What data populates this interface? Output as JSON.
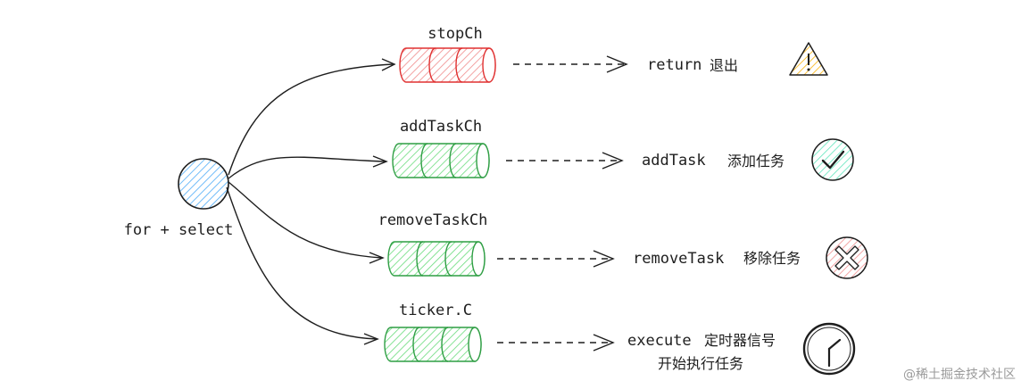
{
  "hub": {
    "label": "for + select",
    "fill": "#a5d8ff",
    "stroke": "#1e1e1e"
  },
  "channels": [
    {
      "name": "stopCh",
      "action": "return",
      "description": "退出",
      "description2": "",
      "color": "#e03131",
      "fill": "#ffc9c9",
      "icon": "warning-icon"
    },
    {
      "name": "addTaskCh",
      "action": "addTask",
      "description": "添加任务",
      "description2": "",
      "color": "#2f9e44",
      "fill": "#b2f2bb",
      "icon": "checkmark-icon"
    },
    {
      "name": "removeTaskCh",
      "action": "removeTask",
      "description": "移除任务",
      "description2": "",
      "color": "#2f9e44",
      "fill": "#b2f2bb",
      "icon": "cross-icon"
    },
    {
      "name": "ticker.C",
      "action": "execute",
      "description": "定时器信号",
      "description2": "开始执行任务",
      "color": "#2f9e44",
      "fill": "#b2f2bb",
      "icon": "clock-icon"
    }
  ],
  "watermark": "@稀土掘金技术社区"
}
